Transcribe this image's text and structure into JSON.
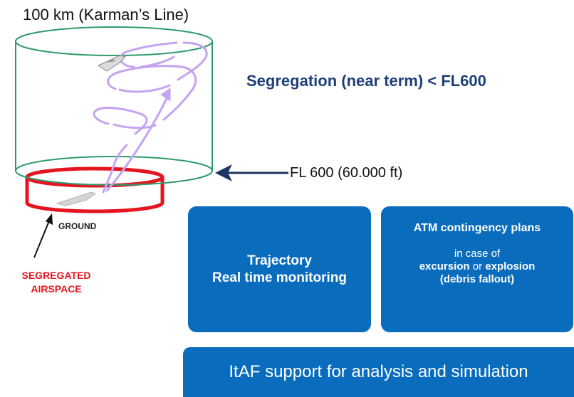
{
  "labels": {
    "karman_line": "100 km (Karman’s Line)",
    "segregation_title": "Segregation (near term) < FL600",
    "fl600": "FL 600  (60.000 ft)",
    "ground": "GROUND",
    "segregated_line1": "SEGREGATED",
    "segregated_line2": "AIRSPACE"
  },
  "boxes": {
    "trajectory": {
      "line1": "Trajectory",
      "line2": "Real time monitoring"
    },
    "contingency": {
      "title": "ATM contingency plans",
      "in_case_of": "in case of",
      "excursion": "excursion",
      "or": "or",
      "explosion": "explosion",
      "debris": "(debris fallout)"
    },
    "itaf": "ItAF support for analysis and simulation"
  },
  "colors": {
    "cylinder": "#2e9a6e",
    "segregated_airspace": "#e4151f",
    "trajectory": "#c5a3f0",
    "arrow": "#1f3466",
    "box": "#0a6cbd",
    "title": "#1f3f78"
  }
}
